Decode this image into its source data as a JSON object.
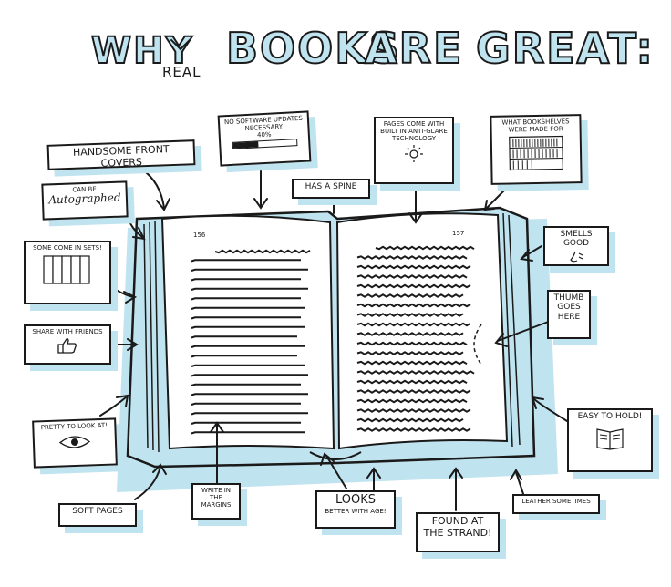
{
  "title": {
    "word1": "WHY",
    "insert": "REAL",
    "word2": "BOOKS",
    "word3": "ARE",
    "word4": "GREAT:"
  },
  "labels": {
    "handsome_front_covers": "HANDSOME FRONT COVERS",
    "no_software": "NO SOFTWARE UPDATES NECESSARY",
    "progress_text": "40%",
    "has_a_spine": "HAS A SPINE",
    "pages_come": "PAGES COME WITH BUILT IN ANTI-GLARE TECHNOLOGY",
    "bookshelves": "WHAT BOOKSHELVES WERE MADE FOR",
    "can_be": "CAN BE",
    "autographed": "Autographed",
    "some_come_in_sets": "SOME COME IN SETS!",
    "share_with_friends": "SHARE WITH FRIENDS",
    "pretty": "PRETTY TO LOOK AT!",
    "soft_pages": "SOFT PAGES",
    "write_margins": "WRITE IN THE MARGINS",
    "looks": "LOOKS",
    "better_with_age": "BETTER WITH AGE!",
    "found_at": "FOUND AT THE STRAND!",
    "leather": "LEATHER SOMETIMES",
    "smells_good": "SMELLS GOOD",
    "thumb": "THUMB GOES HERE",
    "easy_to_hold": "EASY TO HOLD!"
  },
  "book": {
    "left_page_number": "156",
    "right_page_number": "157"
  },
  "progress_fraction": 0.4,
  "colors": {
    "accent_blue": "#bfe3ef",
    "ink": "#1a1a1a"
  }
}
